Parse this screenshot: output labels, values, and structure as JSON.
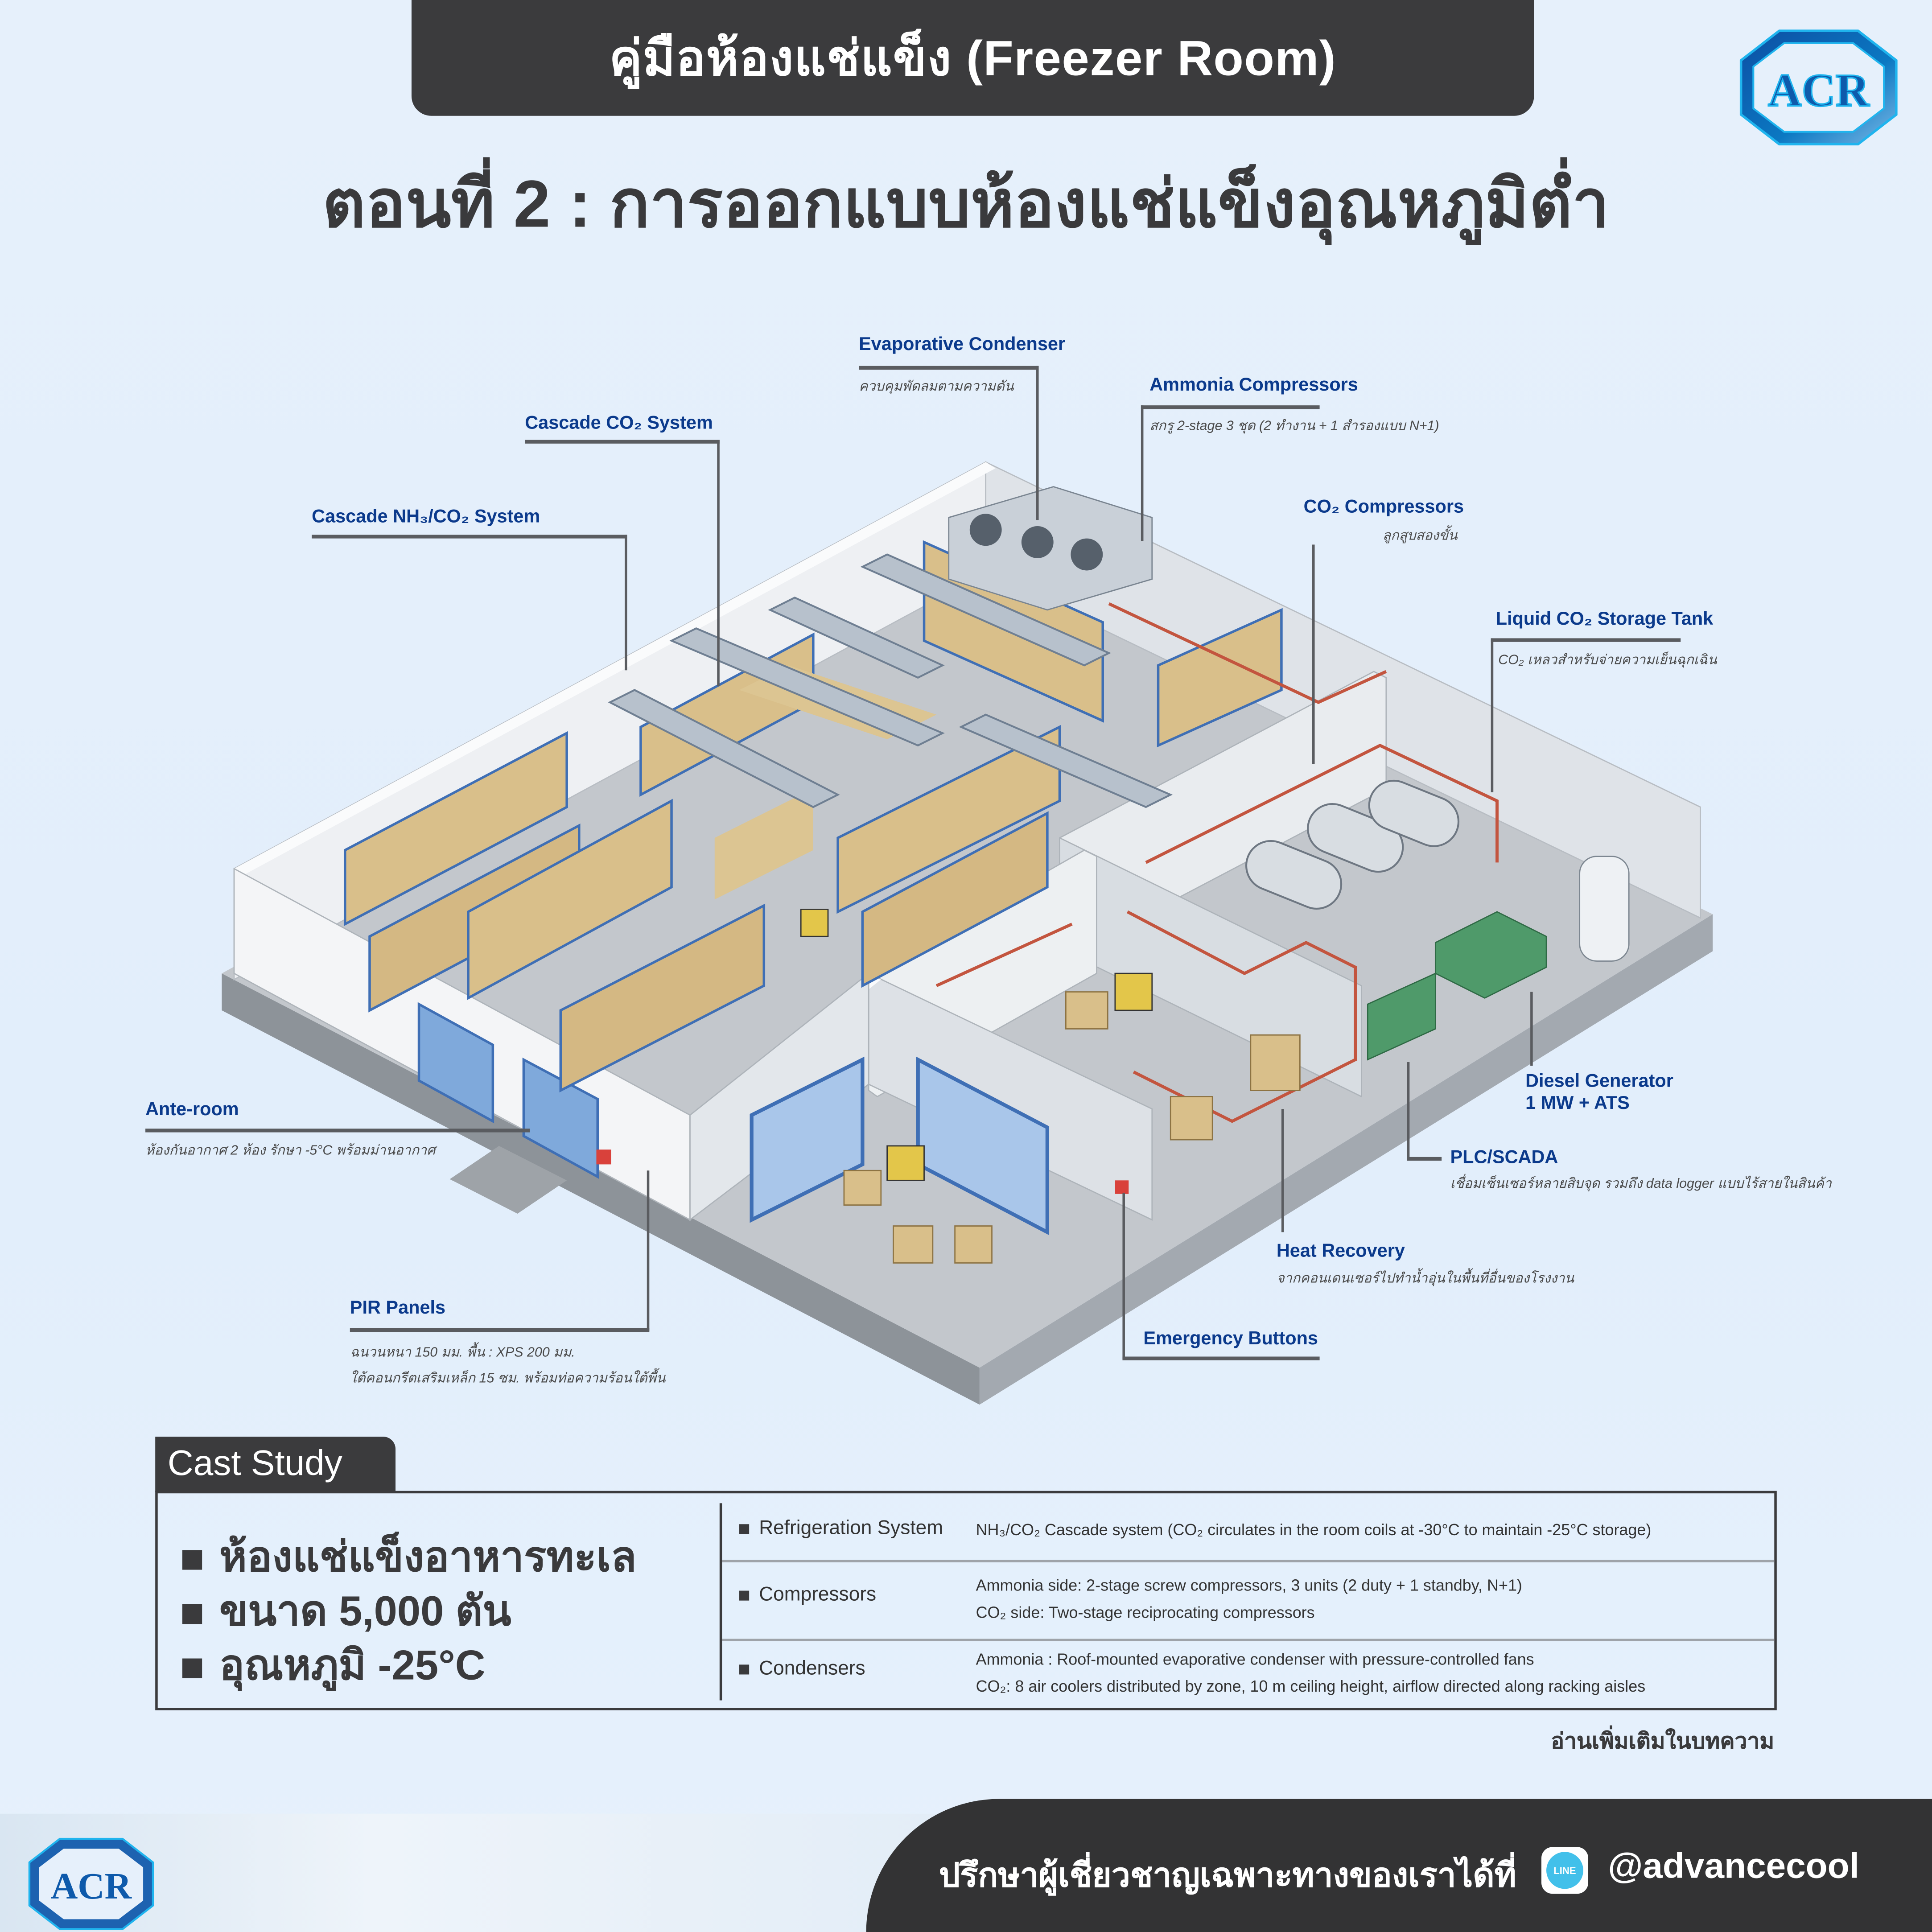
{
  "header": {
    "title": "คู่มือห้องแช่แข็ง (Freezer Room)",
    "subtitle": "ตอนที่ 2 : การออกแบบห้องแช่แข็งอุณหภูมิต่ำ",
    "logo_text": "ACR"
  },
  "colors": {
    "label_blue": "#0b3a8c",
    "dark": "#3b3b3d",
    "background": "#e4effb",
    "line_green": "#42c0ea"
  },
  "callouts": {
    "evaporative_condenser": {
      "title": "Evaporative Condenser",
      "desc": "ควบคุมพัดลมตามความดัน"
    },
    "ammonia_compressors": {
      "title": "Ammonia Compressors",
      "desc": "สกรู 2-stage 3 ชุด (2 ทำงาน + 1 สำรองแบบ N+1)"
    },
    "cascade_co2": {
      "title": "Cascade CO₂ System"
    },
    "cascade_nh3_co2": {
      "title": "Cascade NH₃/CO₂ System"
    },
    "co2_compressors": {
      "title": "CO₂ Compressors",
      "desc": "ลูกสูบสองขั้น"
    },
    "liquid_co2_tank": {
      "title": "Liquid CO₂ Storage Tank",
      "desc": "CO₂ เหลวสำหรับจ่ายความเย็นฉุกเฉิน"
    },
    "diesel_generator": {
      "title": "Diesel Generator",
      "title2": "1 MW + ATS"
    },
    "plc_scada": {
      "title": "PLC/SCADA",
      "desc": "เชื่อมเซ็นเซอร์หลายสิบจุด รวมถึง data logger แบบไร้สายในสินค้า"
    },
    "heat_recovery": {
      "title": "Heat Recovery",
      "desc": "จากคอนเดนเซอร์ไปทำน้ำอุ่นในพื้นที่อื่นของโรงงาน"
    },
    "emergency_buttons": {
      "title": "Emergency Buttons"
    },
    "ante_room": {
      "title": "Ante-room",
      "desc": "ห้องกันอากาศ 2 ห้อง รักษา -5°C พร้อมม่านอากาศ"
    },
    "pir_panels": {
      "title": "PIR Panels",
      "desc1": "ฉนวนหนา 150 มม.  พื้น : XPS 200 มม.",
      "desc2": "ใต้คอนกรีตเสริมเหล็ก 15 ซม. พร้อมท่อความร้อนใต้พื้น"
    }
  },
  "case_study": {
    "tab_label": "Cast Study",
    "highlights": [
      "ห้องแช่แข็งอาหารทะเล",
      "ขนาด 5,000 ตัน",
      "อุณหภูมิ -25°C"
    ],
    "rows": [
      {
        "label": "Refrigeration System",
        "lines": [
          "NH₃/CO₂ Cascade system (CO₂ circulates in the room coils at -30°C to maintain -25°C storage)"
        ]
      },
      {
        "label": "Compressors",
        "lines": [
          "Ammonia side: 2-stage screw compressors, 3 units (2 duty + 1 standby, N+1)",
          "CO₂ side: Two-stage reciprocating compressors"
        ]
      },
      {
        "label": "Condensers",
        "lines": [
          "Ammonia : Roof-mounted evaporative condenser with pressure-controlled fans",
          "CO₂:  8 air coolers distributed by zone, 10 m ceiling height, airflow directed along racking aisles"
        ]
      }
    ],
    "read_more": "อ่านเพิ่มเติมในบทความ"
  },
  "footer": {
    "cta": "ปรึกษาผู้เชี่ยวชาญเฉพาะทางของเราได้ที่",
    "line_badge": "LINE",
    "handle": "@advancecool",
    "logo_text": "ACR"
  }
}
